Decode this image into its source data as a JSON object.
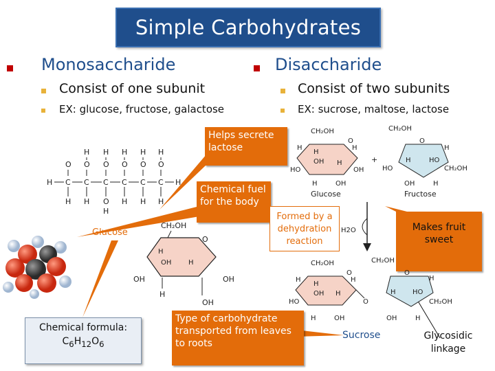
{
  "title": "Simple Carbohydrates",
  "left": {
    "heading": "Monosaccharide",
    "points": [
      "Consist of one subunit",
      "EX: glucose, fructose, galactose"
    ]
  },
  "right": {
    "heading": "Disaccharide",
    "points": [
      "Consist of two subunits",
      "EX: sucrose, maltose, lactose"
    ]
  },
  "callouts": {
    "lactose": "Helps secrete lactose",
    "fuel": "Chemical fuel for the body",
    "dehydration": "Formed by a dehydration reaction",
    "fruit": "Makes fruit sweet",
    "transport": "Type of carbohydrate transported from leaves to roots"
  },
  "labels": {
    "glucose_model": "Glucose",
    "formula_line1": "Chemical formula:",
    "formula_c": "C",
    "formula_c_sub": "6",
    "formula_h": "H",
    "formula_h_sub": "12",
    "formula_o": "O",
    "formula_o_sub": "6",
    "glucose_ring": "Glucose",
    "fructose_ring": "Fructose",
    "water": "H2O",
    "plus": "+",
    "sucrose": "Sucrose",
    "glycosidic": "Glycosidic linkage"
  },
  "colors": {
    "title_bg": "#1f4e8c",
    "heading_blue": "#1f4e8c",
    "bullet_red": "#c00000",
    "bullet_gold": "#e8b23a",
    "callout_orange": "#e36c0a",
    "glucose_ring_fill": "#f6d3c7",
    "fructose_ring_fill": "#cfe6ee"
  }
}
